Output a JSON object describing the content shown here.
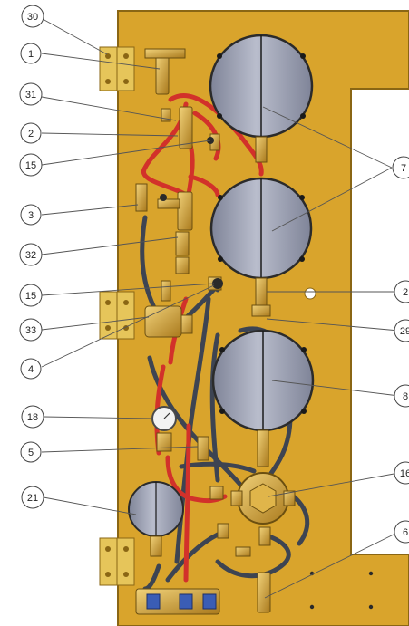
{
  "figure": {
    "callouts": [
      {
        "id": "c30",
        "label": "30"
      },
      {
        "id": "c1",
        "label": "1"
      },
      {
        "id": "c31",
        "label": "31"
      },
      {
        "id": "c2",
        "label": "2"
      },
      {
        "id": "c15a",
        "label": "15"
      },
      {
        "id": "c3",
        "label": "3"
      },
      {
        "id": "c32",
        "label": "32"
      },
      {
        "id": "c15b",
        "label": "15"
      },
      {
        "id": "c33",
        "label": "33"
      },
      {
        "id": "c4",
        "label": "4"
      },
      {
        "id": "c18",
        "label": "18"
      },
      {
        "id": "c5",
        "label": "5"
      },
      {
        "id": "c21",
        "label": "21"
      },
      {
        "id": "c7",
        "label": "7"
      },
      {
        "id": "c2r",
        "label": "2"
      },
      {
        "id": "c29",
        "label": "29"
      },
      {
        "id": "c8",
        "label": "8"
      },
      {
        "id": "c16",
        "label": "16"
      },
      {
        "id": "c6",
        "label": "6"
      }
    ],
    "colors": {
      "panel": "#d9a42c",
      "panel_edge": "#8a6614",
      "gauge_face": "#9fa4b8",
      "red_hose": "#d2312a",
      "black_hose": "#3d4452",
      "brass": "#d4a63a",
      "hinge": "#e6c55a"
    }
  }
}
